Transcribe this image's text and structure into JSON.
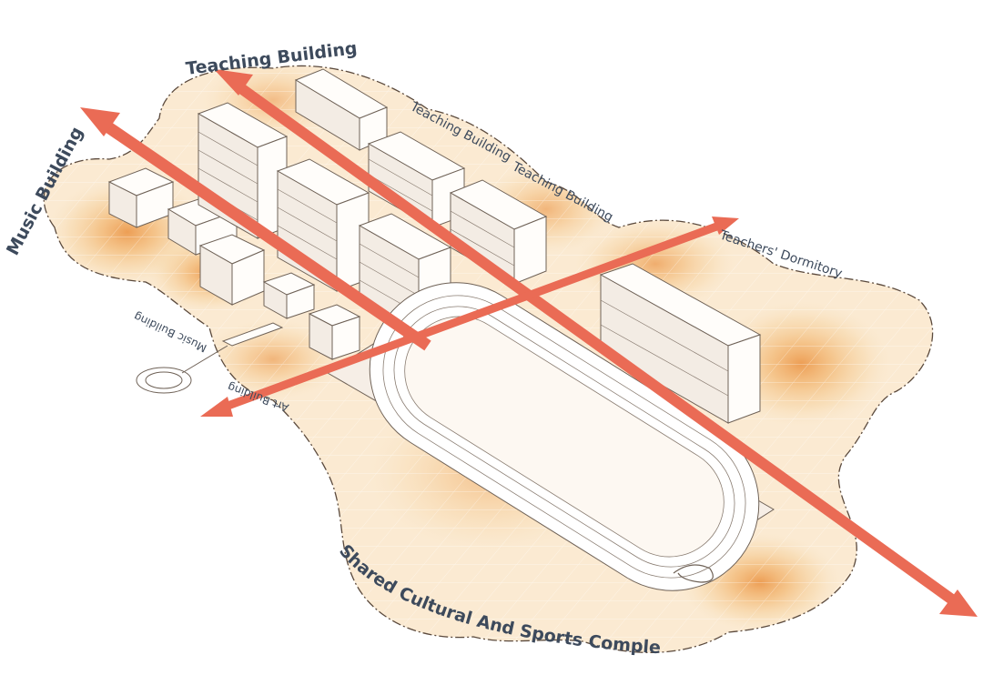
{
  "labels": {
    "teaching_building_top": "Teaching Building",
    "teaching_building_mid": "Teaching Building",
    "teaching_building_right": "Teaching Building",
    "music_building_left": "Music Building",
    "music_building_lower": "Music Building",
    "art_building": "Art Building",
    "teachers_dormitory": "Teachers' Dormitory",
    "shared_complex": "Shared Cultural And Sports Complex Building"
  },
  "colors": {
    "axis_arrow": "#ea6b55",
    "zone_outline": "#5b4a3d",
    "zone_fill": "#f9e6c8",
    "heat_mid": "#f3c98f",
    "heat_core": "#ec9a4e",
    "label_text": "#3d4a5c"
  }
}
